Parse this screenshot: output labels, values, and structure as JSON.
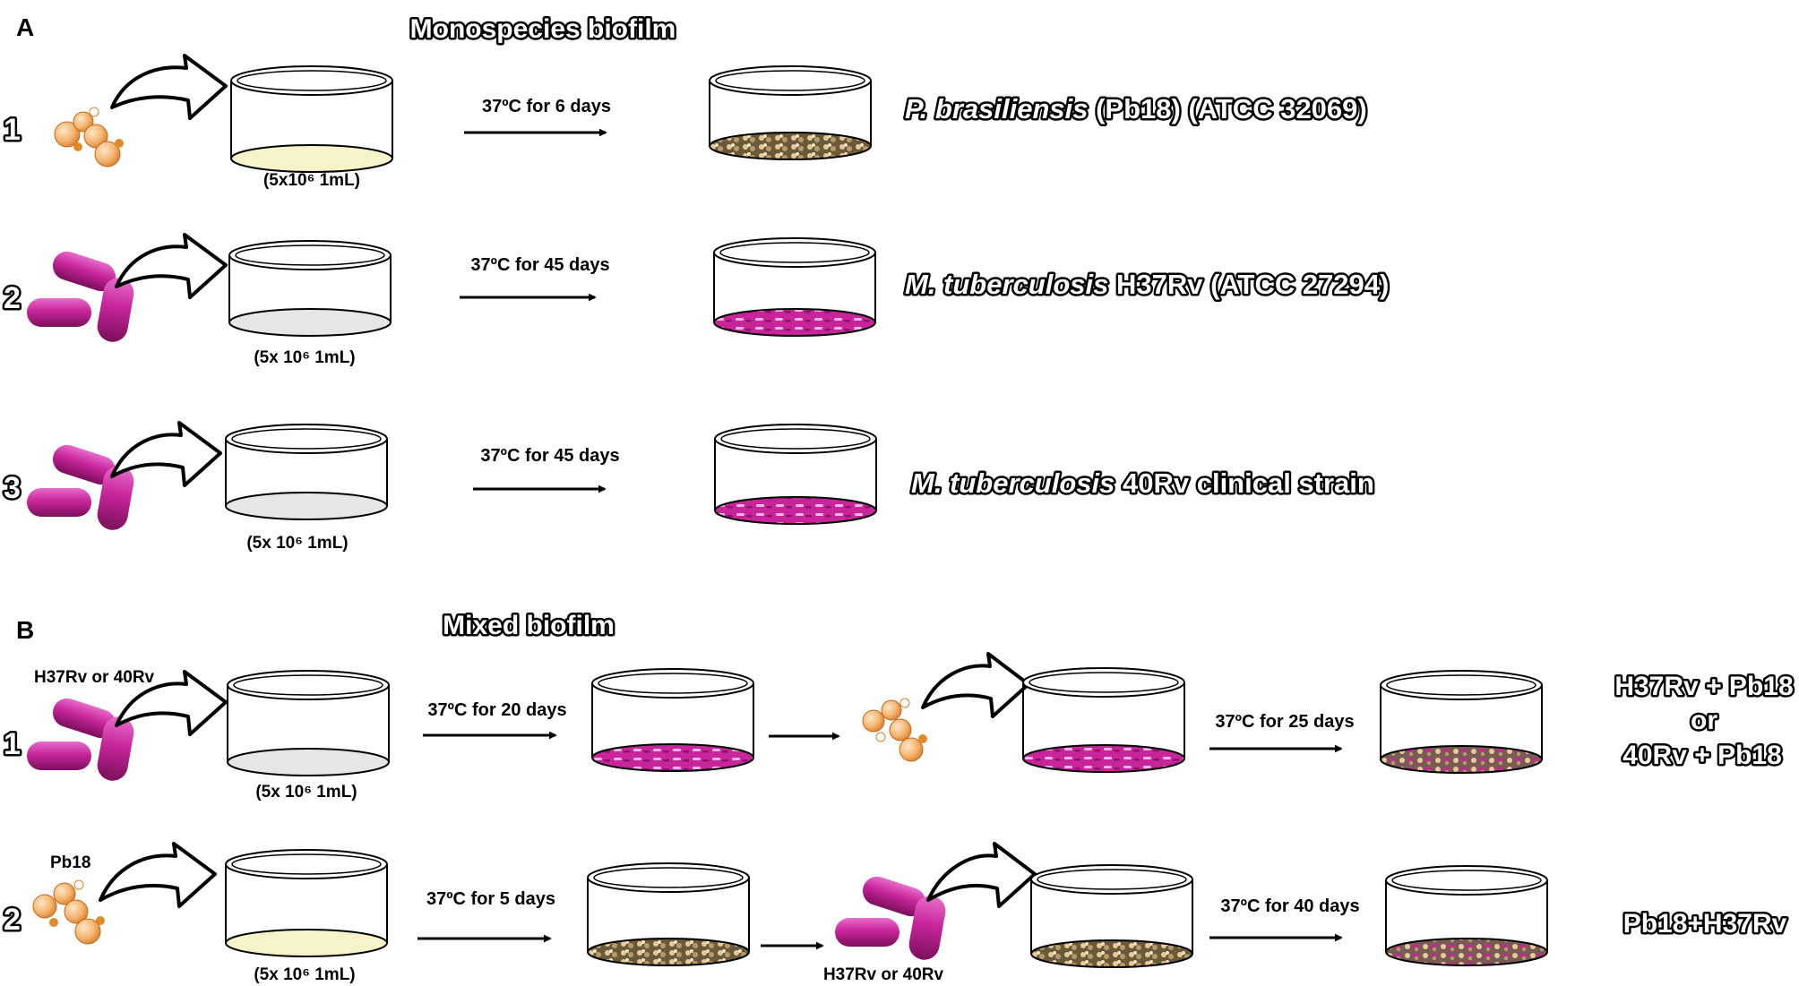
{
  "panel_a": {
    "label": "A",
    "title": "Monospecies biofilm",
    "rows": [
      {
        "number": "1",
        "concentration": "(5x10⁶ 1mL)",
        "condition": "37ºC for 6 days",
        "species_italic": "P. brasiliensis",
        "species_rest": " (Pb18) (ATCC 32069)"
      },
      {
        "number": "2",
        "concentration": "(5x 10⁶ 1mL)",
        "condition": "37ºC for 45 days",
        "species_italic": "M. tuberculosis",
        "species_rest": " H37Rv (ATCC 27294)"
      },
      {
        "number": "3",
        "concentration": "(5x 10⁶ 1mL)",
        "condition": "37ºC for 45 days",
        "species_italic": "M. tuberculosis",
        "species_rest": " 40Rv clinical strain"
      }
    ]
  },
  "panel_b": {
    "label": "B",
    "title": "Mixed biofilm",
    "rows": [
      {
        "number": "1",
        "inoculum_label": "H37Rv or 40Rv",
        "concentration": "(5x 10⁶ 1mL)",
        "condition_1": "37ºC for 20 days",
        "condition_2": "37ºC for 25 days",
        "result_lines": [
          "H37Rv + Pb18",
          "or",
          "40Rv + Pb18"
        ]
      },
      {
        "number": "2",
        "inoculum_label": "Pb18",
        "concentration": "(5x 10⁶ 1mL)",
        "condition_1": "37ºC for 5 days",
        "second_inoculum_label": "H37Rv or 40Rv",
        "condition_2": "37ºC for 40 days",
        "result_lines": [
          "Pb18+H37Rv"
        ]
      }
    ]
  },
  "colors": {
    "bacteria": "#c8259a",
    "fungus": "#f5b470",
    "medium_fungal": "#f7f3c9",
    "medium_bacterial": "#e6e6e6"
  },
  "icons": [
    "yeast-cluster-icon",
    "bacilli-icon",
    "curved-arrow-icon",
    "petri-dish-icon",
    "straight-arrow-icon"
  ]
}
